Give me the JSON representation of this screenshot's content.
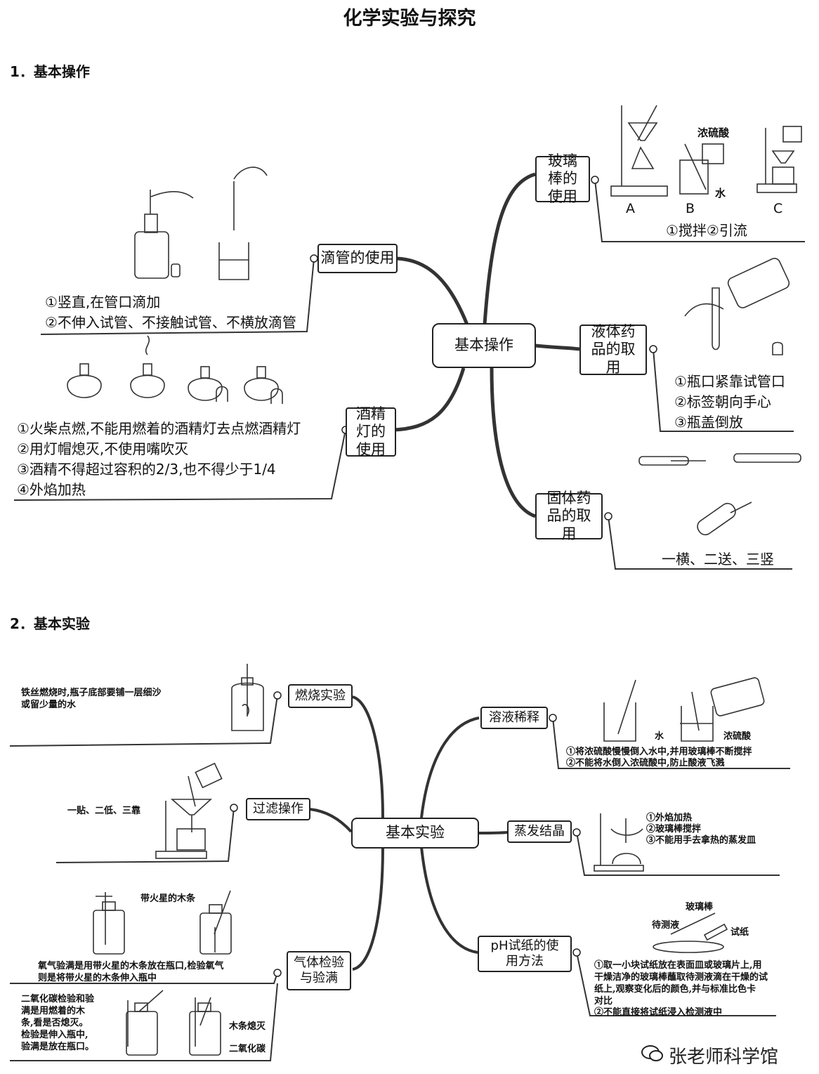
{
  "title": "化学实验与探究",
  "section1": {
    "heading": "1．基本操作",
    "center": "基本操作",
    "dropper": {
      "label": "滴管的使用",
      "notes": [
        "①竖直,在管口滴加",
        "②不伸入试管、不接触试管、不横放滴管"
      ]
    },
    "lamp": {
      "label": "酒精灯的使用",
      "notes": [
        "①火柴点燃,不能用燃着的酒精灯去点燃酒精灯",
        "②用灯帽熄灭,不使用嘴吹灭",
        "③酒精不得超过容积的2/3,也不得少于1/4",
        "④外焰加热"
      ]
    },
    "rod": {
      "label": "玻璃棒的使用",
      "fig_labels": [
        "A",
        "B",
        "C",
        "浓硫酸",
        "水"
      ],
      "caption": "①搅拌②引流"
    },
    "liquid": {
      "label": "液体药品的取用",
      "notes": [
        "①瓶口紧靠试管口",
        "②标签朝向手心",
        "③瓶盖倒放"
      ]
    },
    "solid": {
      "label": "固体药品的取用",
      "caption": "一横、二送、三竖"
    }
  },
  "section2": {
    "heading": "2．基本实验",
    "center": "基本实验",
    "burn": {
      "label": "燃烧实验",
      "notes": [
        "铁丝燃烧时,瓶子底部要铺一层细沙",
        "或留少量的水"
      ]
    },
    "filter": {
      "label": "过滤操作",
      "note": "一贴、二低、三靠"
    },
    "gas": {
      "label": "气体检验与验满",
      "o2_label": "带火星的木条",
      "o2_notes": [
        "氧气验满是用带火星的木条放在瓶口,检验氧气",
        "则是将带火星的木条伸入瓶中"
      ],
      "co2_notes": [
        "二氧化碳检验和验",
        "满是用燃着的木",
        "条,看是否熄灭。",
        "检验是伸入瓶中,",
        "验满是放在瓶口。"
      ],
      "co2_labels": [
        "木条熄灭",
        "二氧化碳"
      ]
    },
    "dilute": {
      "label": "溶液稀释",
      "fig_labels": [
        "水",
        "浓硫酸"
      ],
      "notes": [
        "①将浓硫酸慢慢倒入水中,并用玻璃棒不断搅拌",
        "②不能将水倒入浓硫酸中,防止酸液飞溅"
      ]
    },
    "evap": {
      "label": "蒸发结晶",
      "notes": [
        "①外焰加热",
        "②玻璃棒搅拌",
        "③不能用手去拿热的蒸发皿"
      ]
    },
    "ph": {
      "label": "pH试纸的使用方法",
      "fig_labels": [
        "玻璃棒",
        "待测液",
        "试纸"
      ],
      "notes": [
        "①取一小块试纸放在表面皿或玻璃片上,用",
        "干燥洁净的玻璃棒蘸取待测液滴在干燥的试",
        "纸上,观察变化后的颜色,并与标准比色卡",
        "对比",
        "②不能直接将试纸浸入检测液中"
      ]
    }
  },
  "watermark": "张老师科学馆"
}
